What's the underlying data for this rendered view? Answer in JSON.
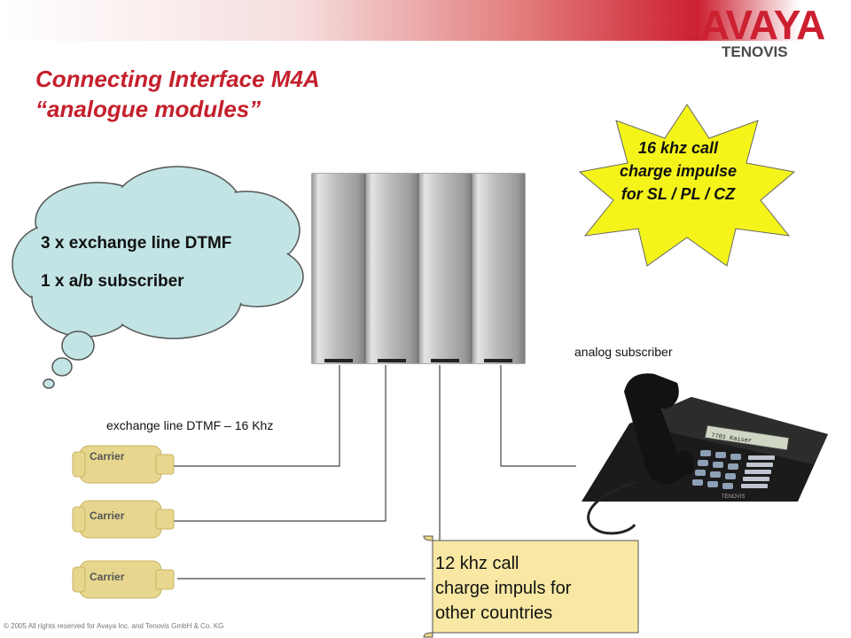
{
  "header": {
    "logo_brand": "AVAYA",
    "logo_sub": "TENOVIS",
    "brand_color": "#cc2030"
  },
  "slide": {
    "title_line1": "Connecting Interface M4A",
    "title_line2": "“analogue modules”"
  },
  "cloud": {
    "line1": "3 x exchange line DTMF",
    "line2": "1 x a/b subscriber",
    "color": "#c2e4e4"
  },
  "starburst": {
    "text": "16 khz call charge impulse for SL / PL / CZ",
    "color": "#f4f41a"
  },
  "labels": {
    "analog_subscriber": "analog subscriber",
    "exchange_line": "exchange line DTMF – 16 Khz"
  },
  "carriers": [
    {
      "label": "Carrier"
    },
    {
      "label": "Carrier"
    },
    {
      "label": "Carrier"
    }
  ],
  "phone": {
    "display_text": "7701 Kaiser",
    "brand": "TENOVIS"
  },
  "scroll_note": {
    "line1": "12 khz call",
    "line2": "charge impuls for",
    "line3": "other countries",
    "color": "#f8e8a4"
  },
  "footer": {
    "copyright": "© 2005 All rights reserved for Avaya Inc. and Tenovis GmbH & Co. KG"
  }
}
